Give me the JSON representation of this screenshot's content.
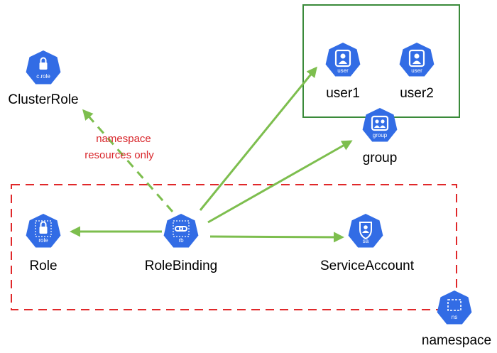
{
  "colors": {
    "k8s_blue": "#326ce5",
    "arrow_green": "#7dbe4e",
    "group_box": "#3a8a3a",
    "namespace_box": "#e0282a",
    "note_red": "#d8252a"
  },
  "nodes": {
    "clusterrole": {
      "label": "ClusterRole",
      "icon_tag": "c.role",
      "icon": "lock-icon"
    },
    "user1": {
      "label": "user1",
      "icon_tag": "user",
      "icon": "user-icon"
    },
    "user2": {
      "label": "user2",
      "icon_tag": "user",
      "icon": "user-icon"
    },
    "group": {
      "label": "group",
      "icon_tag": "group",
      "icon": "group-icon"
    },
    "role": {
      "label": "Role",
      "icon_tag": "role",
      "icon": "lock-icon"
    },
    "rolebinding": {
      "label": "RoleBinding",
      "icon_tag": "rb",
      "icon": "link-icon"
    },
    "serviceaccount": {
      "label": "ServiceAccount",
      "icon_tag": "sa",
      "icon": "account-icon"
    },
    "namespace": {
      "label": "namespace",
      "icon_tag": "ns",
      "icon": "namespace-icon"
    }
  },
  "annotation": {
    "line1": "namespace",
    "line2": "resources only"
  }
}
